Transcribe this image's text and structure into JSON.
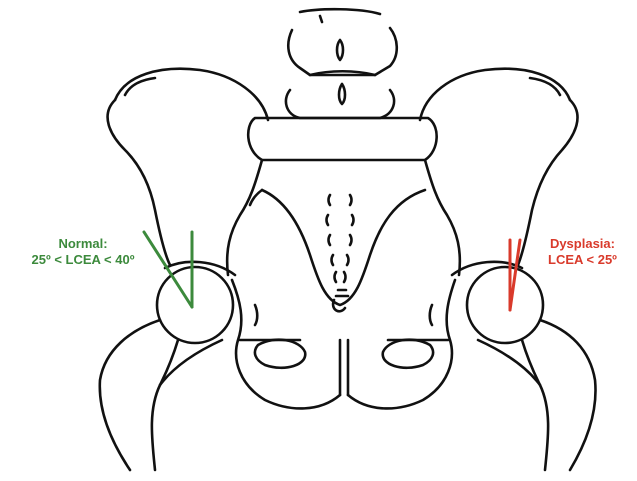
{
  "labels": {
    "normal": {
      "title": "Normal:",
      "range": "25º < LCEA < 40º"
    },
    "dysplasia": {
      "title": "Dysplasia:",
      "range": "LCEA < 25º"
    }
  },
  "colors": {
    "normal": "#3c8a3c",
    "dysplasia": "#d93a2b",
    "outline": "#111111",
    "background": "#ffffff"
  }
}
